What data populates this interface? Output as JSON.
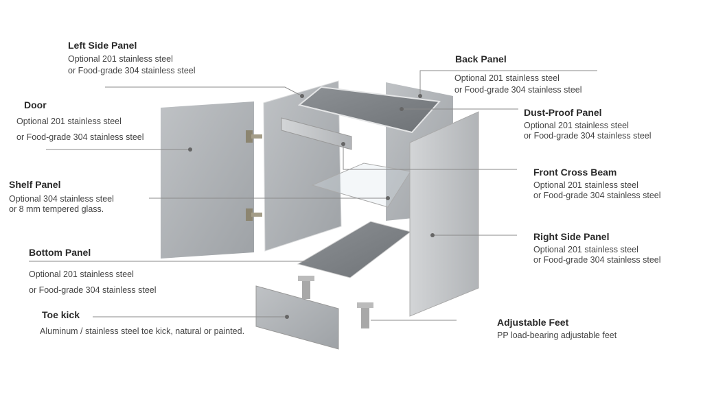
{
  "labels": {
    "left_side_panel": {
      "title": "Left Side Panel",
      "line1": "Optional 201 stainless steel",
      "line2": "or Food-grade 304 stainless steel"
    },
    "door": {
      "title": "Door",
      "line1": "Optional 201 stainless steel",
      "line2": "or Food-grade 304 stainless steel"
    },
    "shelf_panel": {
      "title": "Shelf Panel",
      "line1": "Optional 304 stainless steel",
      "line2": "or 8 mm tempered glass."
    },
    "bottom_panel": {
      "title": "Bottom Panel",
      "line1": "Optional 201 stainless steel",
      "line2": "or Food-grade 304 stainless steel"
    },
    "toe_kick": {
      "title": "Toe kick",
      "line1": "Aluminum / stainless steel toe kick, natural or painted."
    },
    "back_panel": {
      "title": "Back Panel",
      "line1": "Optional 201 stainless steel",
      "line2": "or Food-grade 304 stainless steel"
    },
    "dust_proof_panel": {
      "title": "Dust-Proof Panel",
      "line1": "Optional 201 stainless steel",
      "line2": "or Food-grade 304 stainless steel"
    },
    "front_cross_beam": {
      "title": "Front Cross Beam",
      "line1": "Optional 201 stainless steel",
      "line2": "or Food-grade 304 stainless steel"
    },
    "right_side_panel": {
      "title": "Right Side Panel",
      "line1": "Optional 201 stainless steel",
      "line2": "or Food-grade 304 stainless steel"
    },
    "adjustable_feet": {
      "title": "Adjustable Feet",
      "line1": "PP load-bearing adjustable feet"
    }
  },
  "colors": {
    "steel_light": "#c9cbcd",
    "steel_mid": "#a9acaf",
    "steel_dark": "#7d8185",
    "leader": "#8a8a8a"
  }
}
